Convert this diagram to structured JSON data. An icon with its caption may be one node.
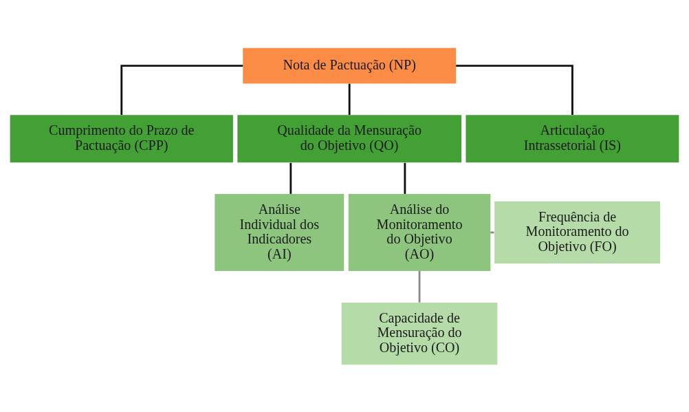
{
  "diagram": {
    "nodes": [
      {
        "text": [
          "Nota de Pactuação (NP)"
        ]
      },
      {
        "text": [
          "Cumprimento do Prazo de Pactuação (CPP)"
        ]
      },
      {
        "text": [
          "Qualidade da Mensuração do Objetivo (QO)"
        ]
      },
      {
        "text": [
          "Articulação Intrassetorial (IS)"
        ]
      },
      {
        "text": [
          "Análise Individual dos Indicadores (AI)"
        ]
      },
      {
        "text": [
          "Análise do Monitoramento do Objetivo (AO)"
        ]
      },
      {
        "text": [
          "Frequência de Monitoramento do Objetivo (FO)"
        ]
      },
      {
        "text": [
          "Capacidade de Mensuração do Objetivo (CO)"
        ]
      }
    ],
    "edges": [
      {
        "from": 0,
        "to": 1,
        "arrow": "none"
      },
      {
        "from": 0,
        "to": 2,
        "arrow": "none"
      },
      {
        "from": 0,
        "to": 3,
        "arrow": "none"
      },
      {
        "from": 2,
        "to": 4,
        "arrow": "none"
      },
      {
        "from": 2,
        "to": 5,
        "arrow": "none"
      },
      {
        "from": 5,
        "to": 6,
        "arrow": "none",
        "color": "#8a8a8a"
      },
      {
        "from": 5,
        "to": 7,
        "arrow": "none",
        "color": "#8a8a8a"
      }
    ]
  }
}
